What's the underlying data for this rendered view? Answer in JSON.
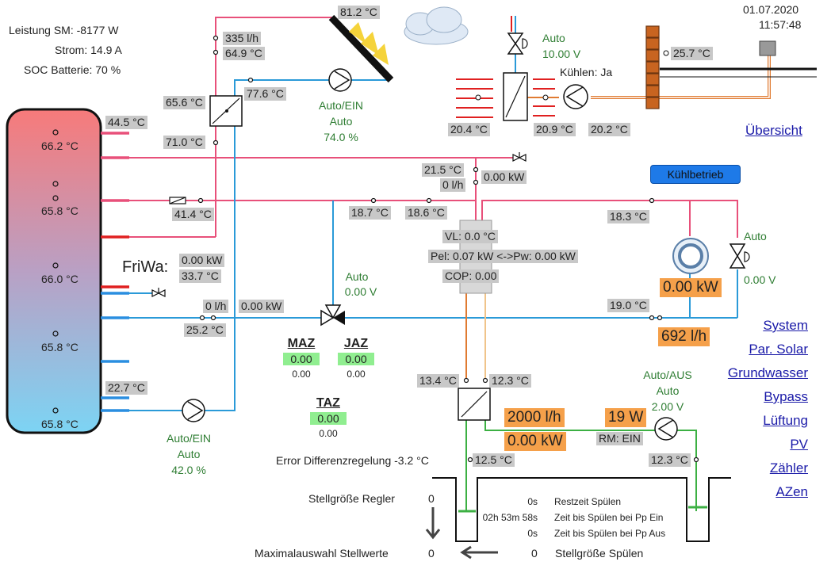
{
  "info": {
    "leistung": "Leistung SM: -8177 W",
    "strom": "Strom: 14.9 A",
    "soc": "SOC Batterie: 70 %"
  },
  "datetime": {
    "date": "01.07.2020",
    "time": "11:57:48"
  },
  "tank": {
    "temps": [
      "66.2 °C",
      "65.8 °C",
      "66.0 °C",
      "65.8 °C",
      "65.8 °C"
    ]
  },
  "solar": {
    "collector_temp": "81.2 °C",
    "flow": "335 l/h",
    "flow_temp": "64.9 °C",
    "hx_in": "65.6 °C",
    "hx_out_right": "77.6 °C",
    "hx_bottom": "71.0 °C",
    "pump_mode": "Auto/EIN",
    "pump_sub": "Auto",
    "pump_percent": "74.0 %"
  },
  "tank_ports": {
    "top": "44.5 °C",
    "mid": "41.4 °C",
    "bottom": "22.7 °C"
  },
  "friwa": {
    "label": "FriWa:",
    "power": "0.00 kW",
    "temp": "33.7 °C"
  },
  "lower_circuit": {
    "flow": "0 l/h",
    "power": "0.00 kW",
    "temp": "25.2 °C"
  },
  "pump_bottom": {
    "mode": "Auto/EIN",
    "sub": "Auto",
    "percent": "42.0 %"
  },
  "valve_center": {
    "mode": "Auto",
    "value": "0.00 V"
  },
  "heatpump": {
    "in_temp": "21.5 °C",
    "in_flow": "0 l/h",
    "power_top": "0.00 kW",
    "t_left": "18.7 °C",
    "t_right": "18.6 °C",
    "vl": "VL: 0.0 °C",
    "pel": "Pel: 0.07 kW <->Pw: 0.00 kW",
    "cop": "COP: 0.00"
  },
  "cooling": {
    "valve_mode": "Auto",
    "valve_voltage": "10.00 V",
    "kuehlen": "Kühlen: Ja",
    "t_out": "20.4 °C",
    "t_mid": "20.9 °C",
    "t_in": "20.2 °C",
    "wall_temp": "25.7 °C",
    "button": "Kühlbetrieb"
  },
  "right_circuit": {
    "t_top": "18.3 °C",
    "valve_mode": "Auto",
    "valve_value": "0.00 V",
    "fan_power": "0.00 kW",
    "t_bottom": "19.0 °C",
    "flow": "692 l/h"
  },
  "kpis": {
    "maz": {
      "title": "MAZ",
      "value": "0.00",
      "sub": "0.00"
    },
    "jaz": {
      "title": "JAZ",
      "value": "0.00",
      "sub": "0.00"
    },
    "taz": {
      "title": "TAZ",
      "value": "0.00",
      "sub": "0.00"
    }
  },
  "groundwater": {
    "t_left": "13.4 °C",
    "t_right": "12.3 °C",
    "flow": "2000 l/h",
    "power": "0.00 kW",
    "pump_w": "19 W",
    "rm": "RM: EIN",
    "pump_mode": "Auto/AUS",
    "pump_sub": "Auto",
    "pump_voltage": "2.00 V",
    "well_left": "12.5 °C",
    "well_right": "12.3 °C"
  },
  "controller": {
    "error": "Error Differenzregelung -3.2 °C",
    "stellgroesse_label": "Stellgröße Regler",
    "stellgroesse_value": "0",
    "max_label": "Maximalauswahl Stellwerte",
    "max_value": "0",
    "spuelen_value": "0",
    "spuelen_label": "Stellgröße Spülen",
    "rows": [
      {
        "time": "0s",
        "label": "Restzeit Spülen"
      },
      {
        "time": "02h 53m 58s",
        "label": "Zeit bis Spülen bei Pp Ein"
      },
      {
        "time": "0s",
        "label": "Zeit bis Spülen bei Pp Aus"
      }
    ]
  },
  "nav": {
    "uebersicht": "Übersicht",
    "links": [
      "System",
      "Par. Solar",
      "Grundwasser",
      "Bypass",
      "Lüftung",
      "PV",
      "Zähler",
      "AZen"
    ]
  }
}
